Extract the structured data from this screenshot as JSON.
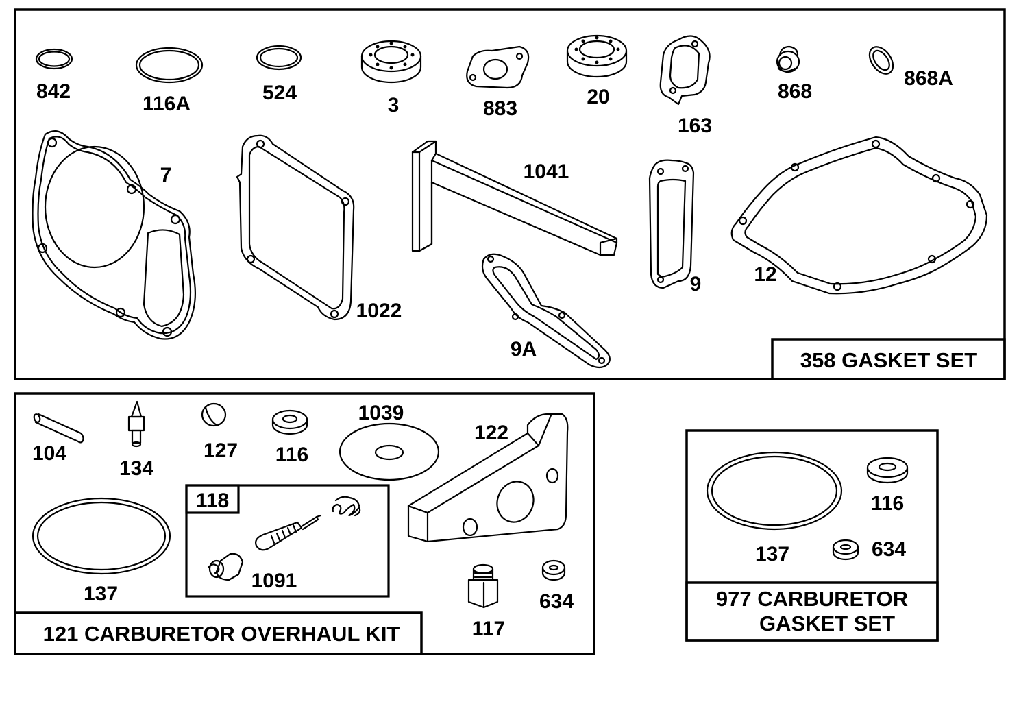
{
  "gasket_set": {
    "title": "358 GASKET SET",
    "parts": {
      "p842": "842",
      "p116a": "116A",
      "p524": "524",
      "p3": "3",
      "p883": "883",
      "p20": "20",
      "p163": "163",
      "p868": "868",
      "p868a": "868A",
      "p7": "7",
      "p1022": "1022",
      "p1041": "1041",
      "p9a": "9A",
      "p9": "9",
      "p12": "12"
    }
  },
  "overhaul_kit": {
    "title": "121 CARBURETOR OVERHAUL KIT",
    "parts": {
      "p104": "104",
      "p134": "134",
      "p127": "127",
      "p116": "116",
      "p1039": "1039",
      "p122": "122",
      "p137": "137",
      "p117": "117",
      "p634": "634"
    },
    "subkit": {
      "title": "118",
      "part": "1091"
    }
  },
  "carburetor_gasket_set": {
    "title_line1": "977 CARBURETOR",
    "title_line2": "GASKET SET",
    "parts": {
      "p137": "137",
      "p116": "116",
      "p634": "634"
    }
  }
}
